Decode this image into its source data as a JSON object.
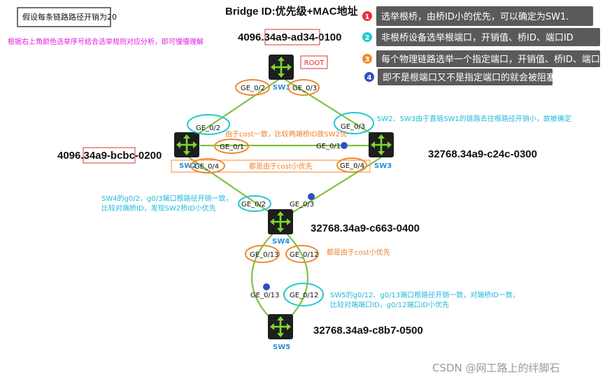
{
  "assumption": "假设每条链路路径开销为20",
  "hint": "根据右上角颜色选举序号结合选举规则对应分析，即可慢慢理解",
  "bridge_id_title": "Bridge ID:优先级+MAC地址",
  "root_tag": "ROOT",
  "rules": [
    {
      "num": "1",
      "text": "选举根桥，由桥ID小的优先，可以确定为SW1.",
      "color": "#e8303a"
    },
    {
      "num": "2",
      "text": "非根桥设备选举根端口，开销值、桥ID、端口ID",
      "color": "#20c8d0"
    },
    {
      "num": "3",
      "text": "每个物理链路选举一个指定端口，开销值、桥ID、端口ID",
      "color": "#f08a30"
    },
    {
      "num": "4",
      "text": "即不是根端口又不是指定端口的就会被阻塞",
      "color": "#2f4fc8"
    }
  ],
  "switches": {
    "sw1": {
      "name": "SW1",
      "bid_prefix": "4096.",
      "bid_mac": "34a9-ad34",
      "bid_suffix": "-0100"
    },
    "sw2": {
      "name": "SW2",
      "bid_prefix": "4096.",
      "bid_mac": "34a9-bcbc",
      "bid_suffix": "-0200"
    },
    "sw3": {
      "name": "SW3",
      "bid": "32768.34a9-c24c-0300"
    },
    "sw4": {
      "name": "SW4",
      "bid": "32768.34a9-c663-0400"
    },
    "sw5": {
      "name": "SW5",
      "bid": "32768.34a9-c8b7-0500"
    }
  },
  "ports": {
    "sw1_g02": "GE_0/2",
    "sw1_g03": "GE_0/3",
    "sw2_g02": "GE_0/2",
    "sw2_g01": "GE_0/1",
    "sw2_g04": "GE_0/4",
    "sw3_g03": "GE_0/3",
    "sw3_g01": "GE_0/1",
    "sw3_g04": "GE_0/4",
    "sw4_g02": "GE_0/2",
    "sw4_g03": "GE_0/3",
    "sw4_g013": "GE_0/13",
    "sw4_g012": "GE_0/12",
    "sw5_g013": "GE_0/13",
    "sw5_g012": "GE_0/12"
  },
  "notes": {
    "sw23_rp": "SW2、SW3由于直链SW1的链路去往根路径开销小，故被确定",
    "sw2_sw3_link": "由于cost一致，比较两端桥ID故SW2优",
    "sw2_sw3_down": "都是由于cost小优先",
    "sw4_rp_1": "SW4的g0/2、g0/3端口根路径开销一致，",
    "sw4_rp_2": "比较对端桥ID，发现SW2桥ID小优先",
    "sw4_sw5_dp": "都是由于cost小优先",
    "sw5_rp_1": "SW5的g0/12、g0/13端口根路径开销一致，对端桥ID一致，",
    "sw5_rp_2": "比较对端端口ID，g0/12端口ID小优先"
  },
  "watermark": "CSDN @网工路上的绊脚石",
  "colors": {
    "link": "#80c040",
    "root_port": "#20c8d0",
    "designated_port": "#f08a30",
    "blocked_port": "#2f4fc8",
    "hint": "#e020e0"
  }
}
